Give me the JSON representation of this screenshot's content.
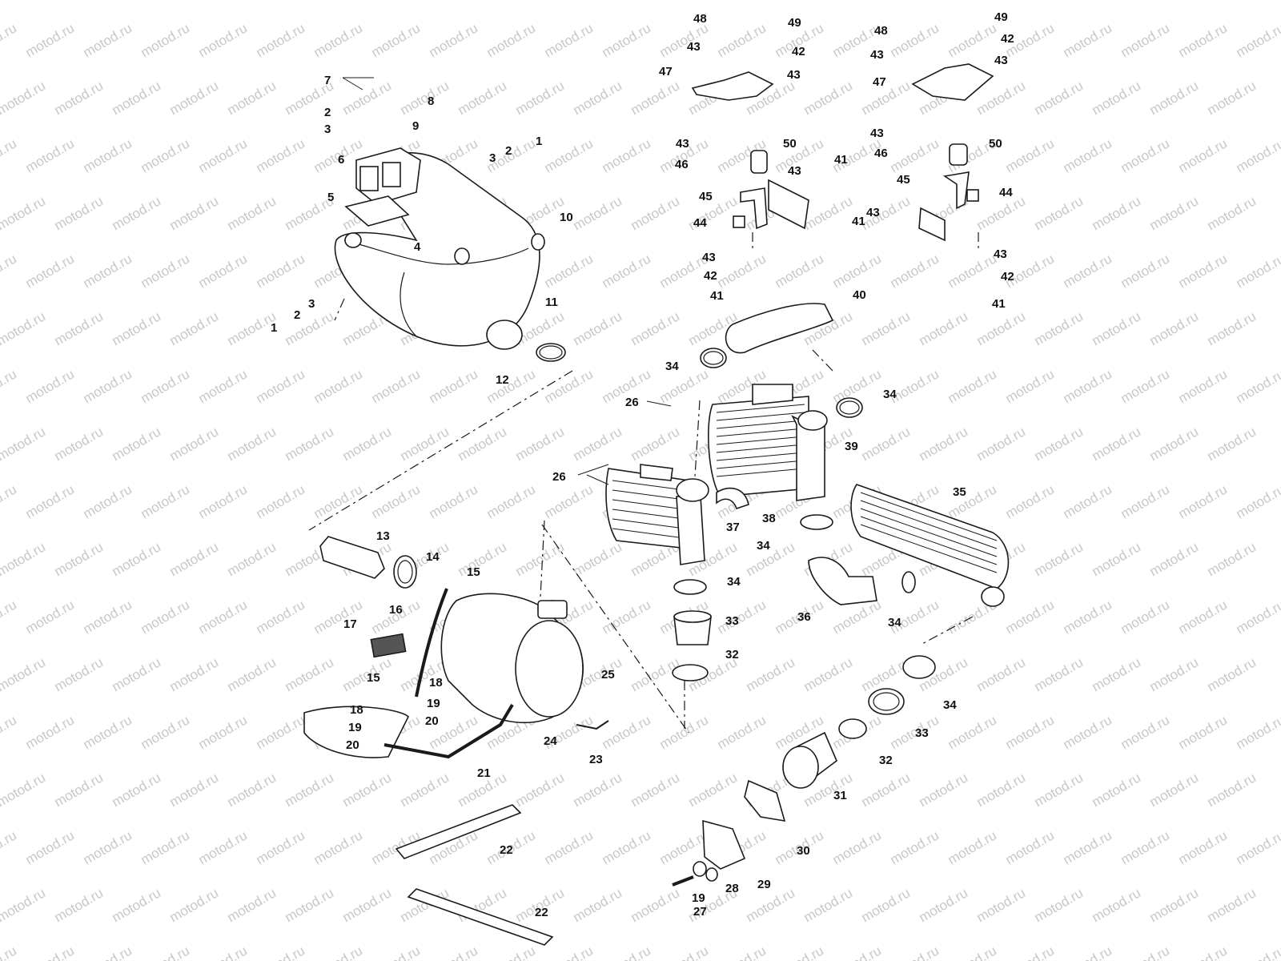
{
  "watermark": {
    "text": "motod.ru"
  },
  "callouts": [
    "1",
    "2",
    "3",
    "4",
    "5",
    "6",
    "7",
    "8",
    "9",
    "10",
    "11",
    "12",
    "13",
    "14",
    "15",
    "16",
    "17",
    "18",
    "19",
    "20",
    "21",
    "22",
    "23",
    "24",
    "25",
    "26",
    "27",
    "28",
    "29",
    "30",
    "31",
    "32",
    "33",
    "34",
    "35",
    "36",
    "37",
    "38",
    "39",
    "40",
    "41",
    "42",
    "43",
    "44",
    "45",
    "46",
    "47",
    "48",
    "49",
    "50"
  ]
}
